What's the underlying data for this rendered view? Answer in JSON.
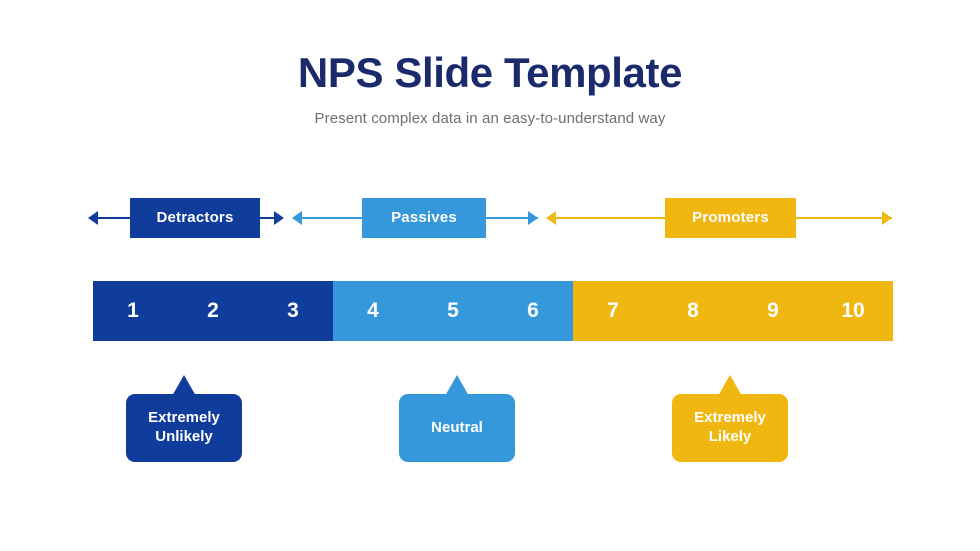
{
  "header": {
    "title": "NPS Slide Template",
    "subtitle": "Present complex data in an easy-to-understand way",
    "title_color": "#1b2a6b",
    "subtitle_color": "#6e6e6e"
  },
  "colors": {
    "detractors": "#103c9c",
    "passives": "#3598db",
    "promoters": "#efb710",
    "background": "#ffffff",
    "scale_number": "#ffffff"
  },
  "categories": [
    {
      "id": "detractors",
      "label": "Detractors",
      "color": "#103c9c",
      "arrow_left": "◀",
      "arrow_right": "▶"
    },
    {
      "id": "passives",
      "label": "Passives",
      "color": "#3598db",
      "arrow_left": "◀",
      "arrow_right": "▶"
    },
    {
      "id": "promoters",
      "label": "Promoters",
      "color": "#efb710",
      "arrow_left": "◀",
      "arrow_right": "▶"
    }
  ],
  "scale": {
    "min": 1,
    "max": 10,
    "segments": [
      {
        "id": "detractors",
        "color": "#103c9c",
        "values": [
          "1",
          "2",
          "3"
        ]
      },
      {
        "id": "passives",
        "color": "#3598db",
        "values": [
          "4",
          "5",
          "6"
        ]
      },
      {
        "id": "promoters",
        "color": "#efb710",
        "values": [
          "7",
          "8",
          "9",
          "10"
        ]
      }
    ]
  },
  "callouts": [
    {
      "id": "extremely-unlikely",
      "line1": "Extremely",
      "line2": "Unlikely",
      "color": "#103c9c"
    },
    {
      "id": "neutral",
      "line1": "Neutral",
      "line2": "",
      "color": "#3598db"
    },
    {
      "id": "extremely-likely",
      "line1": "Extremely",
      "line2": "Likely",
      "color": "#efb710"
    }
  ],
  "chart_data": {
    "type": "bar",
    "title": "NPS Slide Template",
    "subtitle": "Present complex data in an easy-to-understand way",
    "categories": [
      "1",
      "2",
      "3",
      "4",
      "5",
      "6",
      "7",
      "8",
      "9",
      "10"
    ],
    "values": [
      1,
      2,
      3,
      4,
      5,
      6,
      7,
      8,
      9,
      10
    ],
    "xlabel": "",
    "ylabel": "",
    "xlim": [
      1,
      10
    ],
    "grid": false,
    "legend_position": "top",
    "series": [
      {
        "name": "Detractors",
        "values": [
          "1",
          "2",
          "3"
        ],
        "color": "#103c9c",
        "annotation": "Extremely Unlikely"
      },
      {
        "name": "Passives",
        "values": [
          "4",
          "5",
          "6"
        ],
        "color": "#3598db",
        "annotation": "Neutral"
      },
      {
        "name": "Promoters",
        "values": [
          "7",
          "8",
          "9",
          "10"
        ],
        "color": "#efb710",
        "annotation": "Extremely Likely"
      }
    ]
  }
}
